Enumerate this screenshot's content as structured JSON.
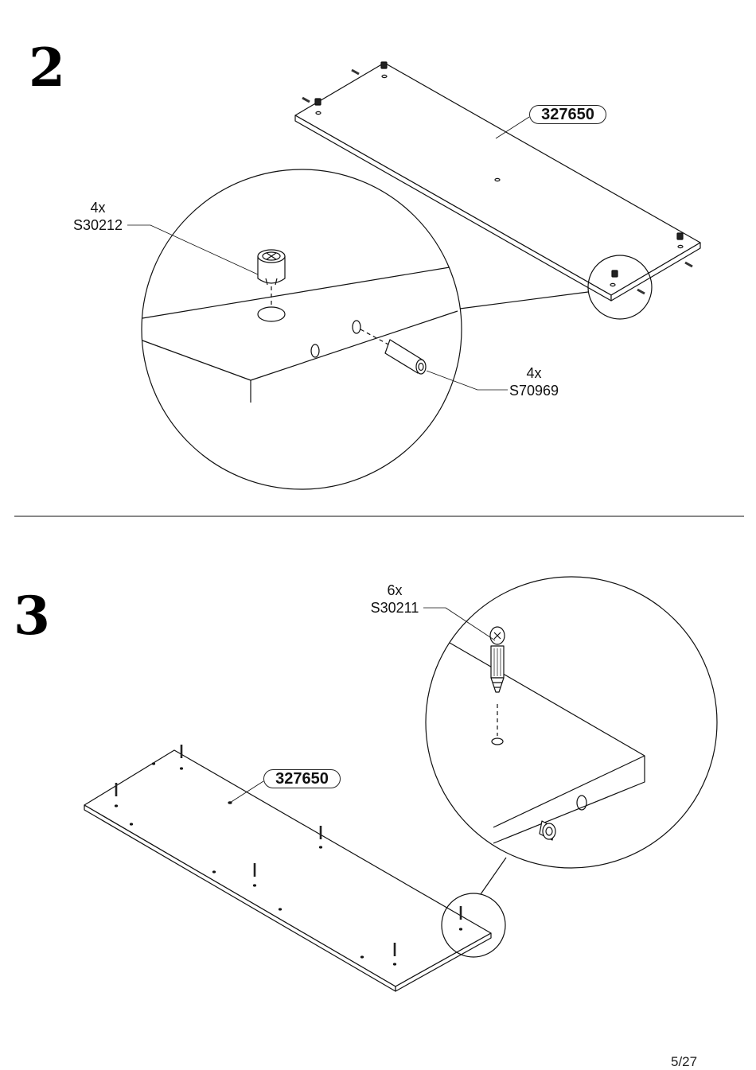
{
  "steps": [
    {
      "number": "2",
      "panel_code": "327650",
      "parts": [
        {
          "qty": "4x",
          "code": "S30212"
        },
        {
          "qty": "4x",
          "code": "S70969"
        }
      ]
    },
    {
      "number": "3",
      "panel_code": "327650",
      "parts": [
        {
          "qty": "6x",
          "code": "S30211"
        }
      ]
    }
  ],
  "page_number": "5/27"
}
